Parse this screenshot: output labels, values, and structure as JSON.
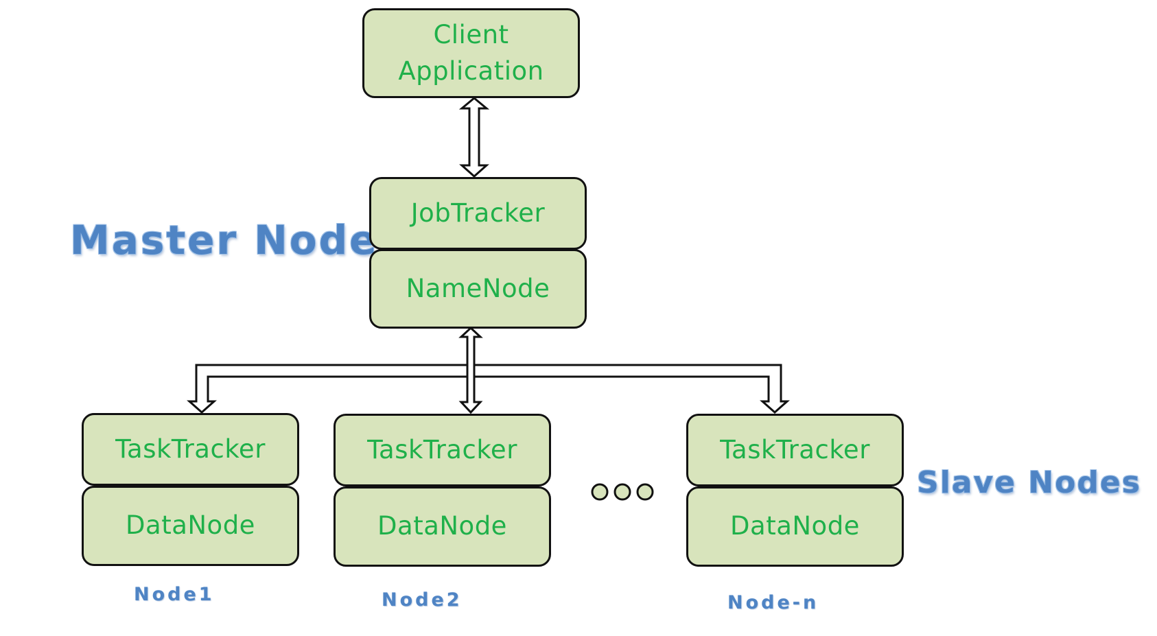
{
  "colors": {
    "box_fill": "#d8e4bc",
    "box_border": "#111111",
    "box_text": "#1fb04a",
    "heading_text": "#4f84c4"
  },
  "client": {
    "line1": "Client",
    "line2": "Application"
  },
  "master": {
    "label": "Master Node",
    "job_tracker": "JobTracker",
    "name_node": "NameNode"
  },
  "slaves": {
    "label": "Slave Nodes",
    "nodes": [
      {
        "task_tracker": "TaskTracker",
        "data_node": "DataNode",
        "name": "Node1"
      },
      {
        "task_tracker": "TaskTracker",
        "data_node": "DataNode",
        "name": "Node2"
      },
      {
        "task_tracker": "TaskTracker",
        "data_node": "DataNode",
        "name": "Node-n"
      }
    ]
  },
  "ellipsis_icon": "three-dots-icon",
  "arrows": [
    {
      "from": "Client Application",
      "to": "JobTracker",
      "direction": "both"
    },
    {
      "from": "NameNode",
      "to": "Node1",
      "direction": "both"
    },
    {
      "from": "NameNode",
      "to": "Node2",
      "direction": "both"
    },
    {
      "from": "NameNode",
      "to": "Node-n",
      "direction": "both"
    }
  ]
}
